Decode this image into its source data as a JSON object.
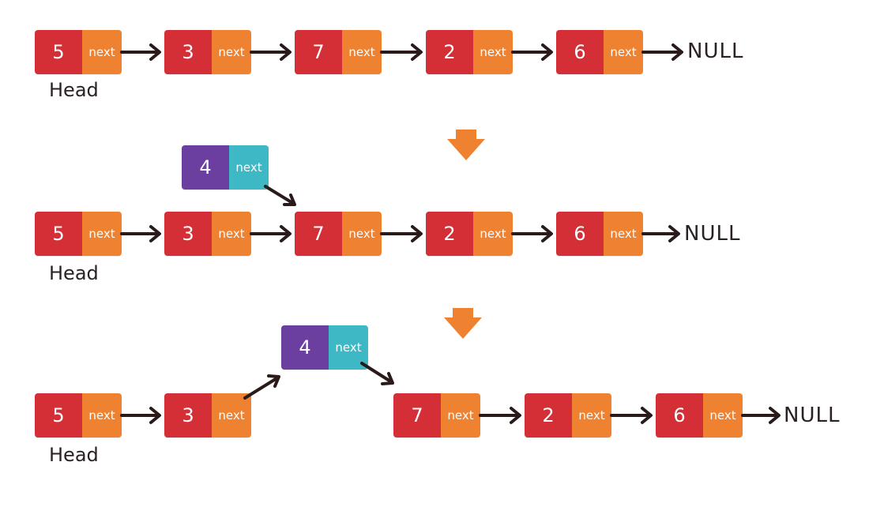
{
  "colors": {
    "value_red": "#d42f37",
    "next_orange": "#ef8231",
    "new_value_purple": "#6a3fa0",
    "new_next_teal": "#3db8c4",
    "arrow": "#2a1a1a",
    "down_arrow": "#ef8231"
  },
  "next_label": "next",
  "null_label": "NULL",
  "head_label": "Head",
  "rows": [
    {
      "nodes": [
        "5",
        "3",
        "7",
        "2",
        "6"
      ]
    },
    {
      "nodes": [
        "5",
        "3",
        "7",
        "2",
        "6"
      ],
      "new_node": "4"
    },
    {
      "nodes": [
        "5",
        "3",
        "7",
        "2",
        "6"
      ],
      "new_node": "4"
    }
  ]
}
